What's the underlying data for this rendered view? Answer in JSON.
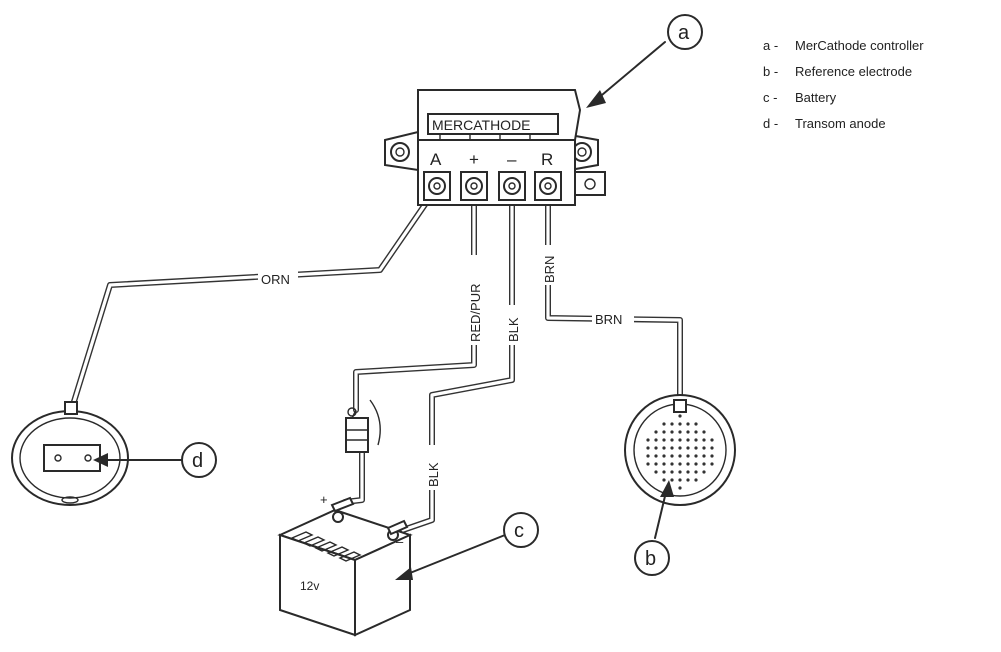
{
  "legend": [
    {
      "key": "a -",
      "text": "MerCathode controller"
    },
    {
      "key": "b -",
      "text": "Reference electrode"
    },
    {
      "key": "c -",
      "text": "Battery"
    },
    {
      "key": "d -",
      "text": "Transom anode"
    }
  ],
  "controller": {
    "label": "MERCATHODE",
    "terminals": [
      "A",
      "+",
      "–",
      "R"
    ]
  },
  "wires": {
    "orn": "ORN",
    "red_pur": "RED/PUR",
    "blk_upper": "BLK",
    "blk_lower": "BLK",
    "brn_vertical": "BRN",
    "brn_horizontal": "BRN"
  },
  "battery": {
    "voltage": "12v",
    "positive": "+",
    "negative": "–"
  },
  "callouts": {
    "a": "a",
    "b": "b",
    "c": "c",
    "d": "d"
  }
}
